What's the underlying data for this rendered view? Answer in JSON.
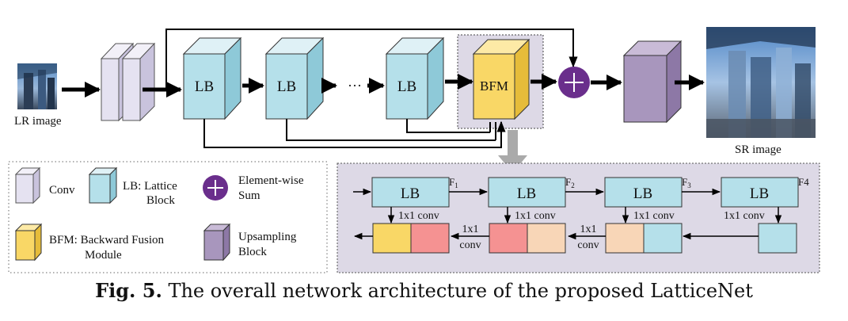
{
  "inputs": {
    "lr_label": "LR image",
    "sr_label": "SR image"
  },
  "blocks": {
    "lb": "LB",
    "dots": "···",
    "bfm": "BFM"
  },
  "legend": {
    "conv": "Conv",
    "lb_line1": "LB: Lattice",
    "lb_line2": "Block",
    "sum_line1": "Element-wise",
    "sum_line2": "Sum",
    "bfm_line1": "BFM: Backward Fusion",
    "bfm_line2": "Module",
    "up_line1": "Upsampling",
    "up_line2": "Block"
  },
  "bfm_detail": {
    "lb": "LB",
    "f1": "F",
    "f1_sub": "1",
    "f2": "F",
    "f2_sub": "2",
    "f3": "F",
    "f3_sub": "3",
    "f4": "F4",
    "conv1x1": "1x1 conv",
    "conv_line1": "1x1",
    "conv_line2": "conv"
  },
  "caption": {
    "label": "Fig. 5.",
    "text": "The overall network architecture of the proposed LatticeNet"
  },
  "colors": {
    "conv": "#e5e2f1",
    "lb": "#b5e0ea",
    "bfm": "#f9d766",
    "sum": "#6a2e8c",
    "upsample": "#a896bd",
    "pink": "#f59292",
    "peach": "#f8d6b7",
    "panel": "#ddd9e6"
  }
}
